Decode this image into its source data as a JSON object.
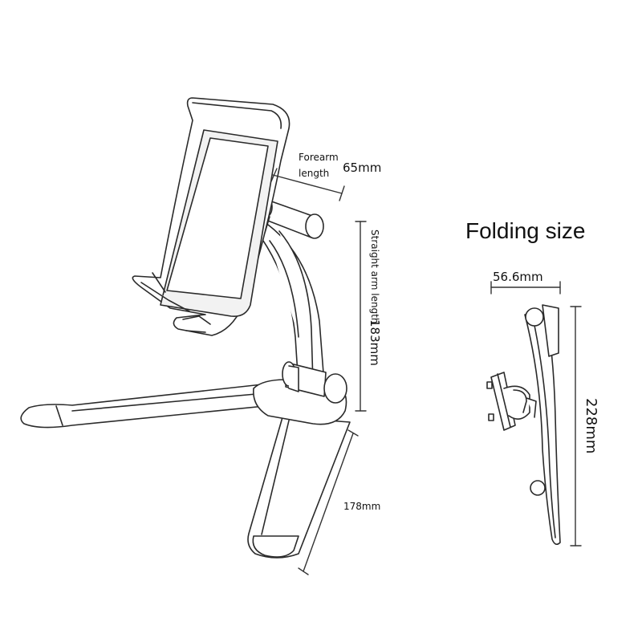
{
  "labels": {
    "folding_title": "Folding size",
    "forearm_label_line1": "Forearm",
    "forearm_label_line2": "length",
    "forearm_value": "65mm",
    "straight_arm_label": "Straight arm length",
    "straight_arm_value": "183mm",
    "base_value": "178mm",
    "fold_width_value": "56.6mm",
    "fold_height_value": "228mm"
  },
  "colors": {
    "line": "#2a2a2a",
    "fill": "#ffffff",
    "screen": "#f2f2f2"
  }
}
